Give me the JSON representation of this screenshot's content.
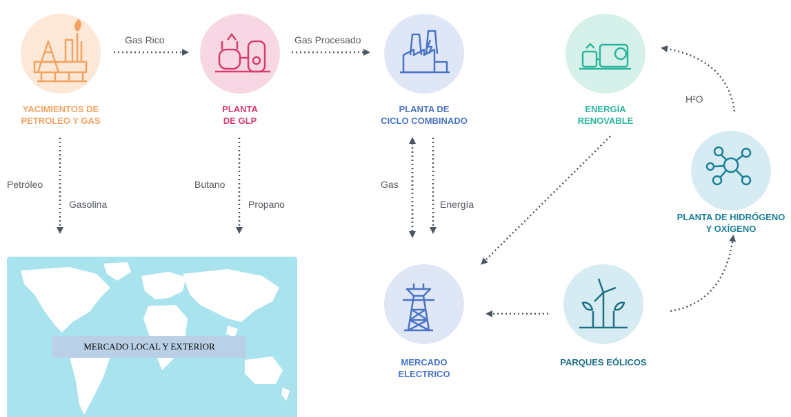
{
  "nodes": {
    "yacimientos": {
      "label": "YACIMIENTOS DE\nPETROLEO Y GAS",
      "color": "#f4a261",
      "bg": "#fde7d6",
      "icon": "oil-rig-icon"
    },
    "planta_glp": {
      "label": "PLANTA\nDE GLP",
      "color": "#d63c6f",
      "bg": "#f7d7e3",
      "icon": "gas-plant-icon"
    },
    "ciclo_combinado": {
      "label": "PLANTA DE\nCICLO COMBINADO",
      "color": "#4a73c4",
      "bg": "#dfe7f6",
      "icon": "power-plant-icon"
    },
    "energia_renovable": {
      "label": "ENERGÍA\nRENOVABLE",
      "color": "#2bb59a",
      "bg": "#d6f0ea",
      "icon": "turbine-generator-icon"
    },
    "hidrogeno": {
      "label": "PLANTA DE HIDRÓGENO\nY OXÍGENO",
      "color": "#1d7f99",
      "bg": "#d6ecf2",
      "icon": "molecule-icon"
    },
    "mercado_electrico": {
      "label": "MERCADO\nELECTRICO",
      "color": "#4a73c4",
      "bg": "#dfe7f6",
      "icon": "transmission-tower-icon"
    },
    "parques_eolicos": {
      "label": "PARQUES EÓLICOS",
      "color": "#1d6f85",
      "bg": "#d6ecf2",
      "icon": "wind-turbine-icon"
    }
  },
  "flows": {
    "gas_rico": "Gas Rico",
    "gas_procesado": "Gas Procesado",
    "petroleo": "Petróleo",
    "gasolina": "Gasolina",
    "butano": "Butano",
    "propano": "Propano",
    "gas": "Gas",
    "energia": "Energía",
    "h2o": "H²O"
  },
  "map": {
    "banner": "MERCADO LOCAL Y EXTERIOR",
    "color": "#a9e3ee"
  }
}
